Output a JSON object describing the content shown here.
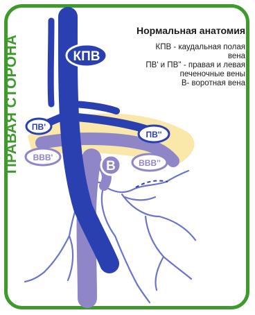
{
  "side_label": "ПРАВАЯ СТОРОНА",
  "legend": {
    "title": "Нормальная анатомия",
    "lines": [
      "КПВ - каудальная полая",
      "вена",
      "ПВ' и ПВ'' - правая и левая",
      "печеночные вены",
      "В- воротная вена"
    ]
  },
  "labels": {
    "kpv": "КПВ",
    "pv_right": "ПВ'",
    "pv_left": "ПВ''",
    "vvv_right": "ВВВ'",
    "vvv_left": "ВВВ''",
    "v": "В"
  },
  "colors": {
    "frame": "#3f9a2c",
    "cava": "#2a3fb0",
    "portal": "#8f86c8",
    "portal_light": "#b3acdc",
    "liver_glow": "#f8e49a",
    "branches": "#6b74c9"
  }
}
